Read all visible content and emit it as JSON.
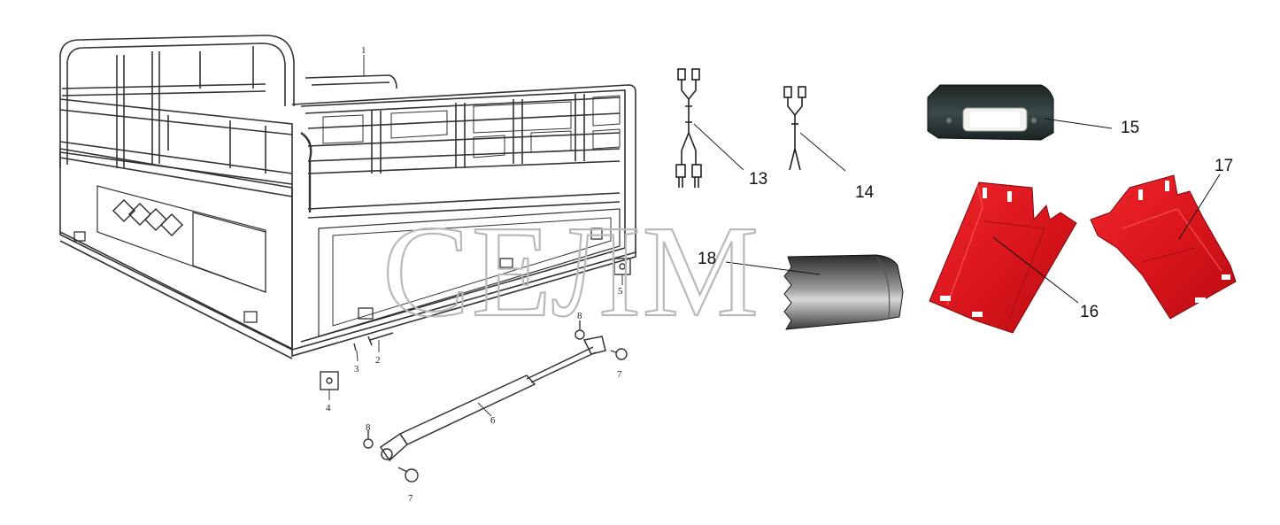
{
  "watermark": "СЕЛМ",
  "callouts": {
    "c1": "1",
    "c2": "2",
    "c3": "3",
    "c4": "4",
    "c5": "5",
    "c6": "6",
    "c7a": "7",
    "c7b": "7",
    "c8a": "8",
    "c8b": "8",
    "c13": "13",
    "c14": "14",
    "c15": "15",
    "c16": "16",
    "c17": "17",
    "c18": "18"
  },
  "colors": {
    "line_art": "#333333",
    "red_part": "#e8141c",
    "light_housing": "#2f3a3a",
    "watermark": "#b9b9b9"
  }
}
